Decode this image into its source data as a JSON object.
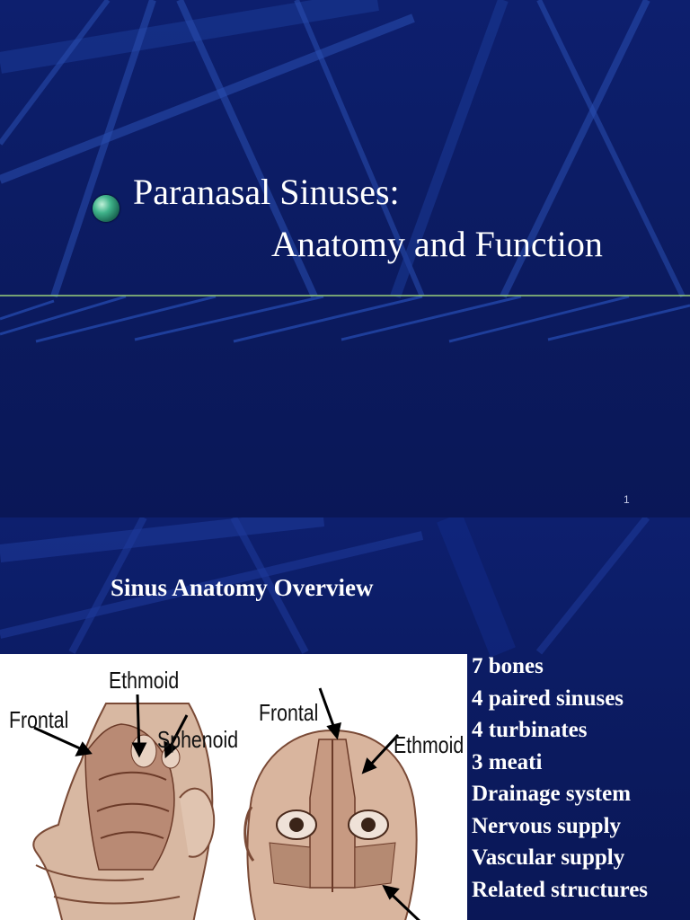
{
  "slide1": {
    "title_line1": "Paranasal Sinuses:",
    "title_line2": "Anatomy and Function",
    "slide_number": "1",
    "bullet_icon": "green-globe-bullet-icon"
  },
  "slide2": {
    "heading": "Sinus Anatomy Overview",
    "figure": {
      "left_labels": {
        "frontal": "Frontal",
        "ethmoid": "Ethmoid",
        "sphenoid": "Sphenoid"
      },
      "right_labels": {
        "frontal": "Frontal",
        "ethmoid": "Ethmoid"
      }
    },
    "list": [
      "7 bones",
      "4 paired sinuses",
      "4 turbinates",
      "3 meati",
      "Drainage system",
      "Nervous supply",
      "Vascular supply",
      "Related structures"
    ]
  },
  "colors": {
    "background": "#0b1a5e",
    "text": "#ffffff",
    "divider": "#9ad07a"
  }
}
